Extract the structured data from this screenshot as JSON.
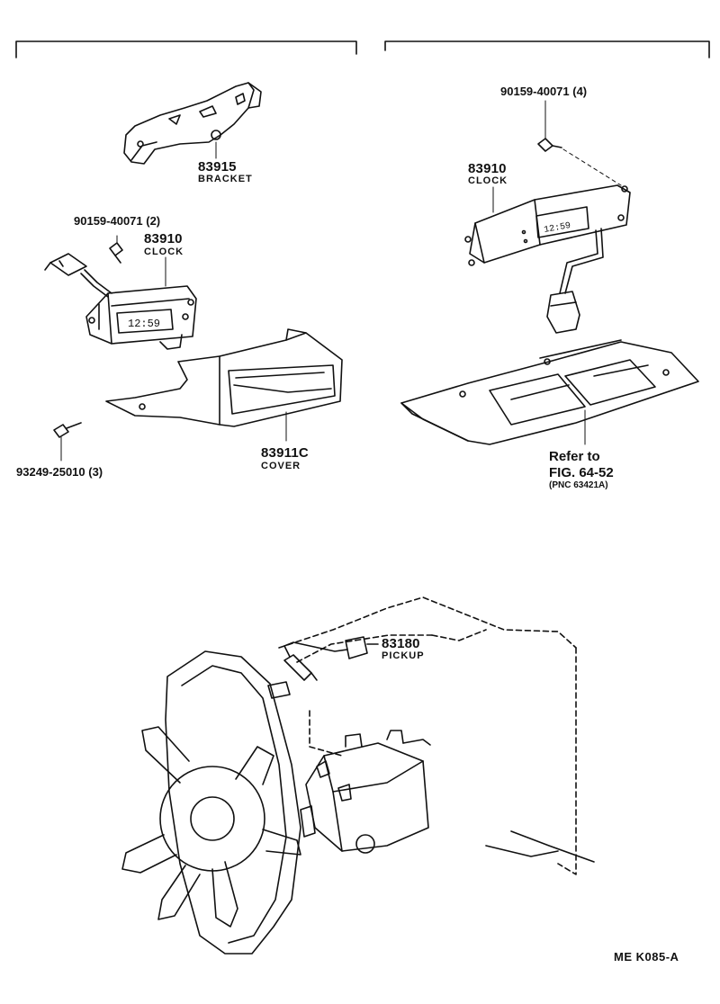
{
  "left_group": {
    "bracket_no": "83915",
    "bracket_name": "BRACKET",
    "screw_no": "90159-40071 (2)",
    "clock_no": "83910",
    "clock_name": "CLOCK",
    "clock_display": "12:59",
    "cover_no": "83911C",
    "cover_name": "COVER",
    "screw2_no": "93249-25010 (3)"
  },
  "right_group": {
    "screw_no": "90159-40071 (4)",
    "clock_no": "83910",
    "clock_name": "CLOCK",
    "clock_display": "12:59",
    "refer_line1": "Refer to",
    "refer_line2": "FIG. 64-52",
    "refer_line3": "(PNC 63421A)"
  },
  "engine": {
    "pickup_no": "83180",
    "pickup_name": "PICKUP"
  },
  "footer": {
    "code": "ME  K085-A"
  }
}
